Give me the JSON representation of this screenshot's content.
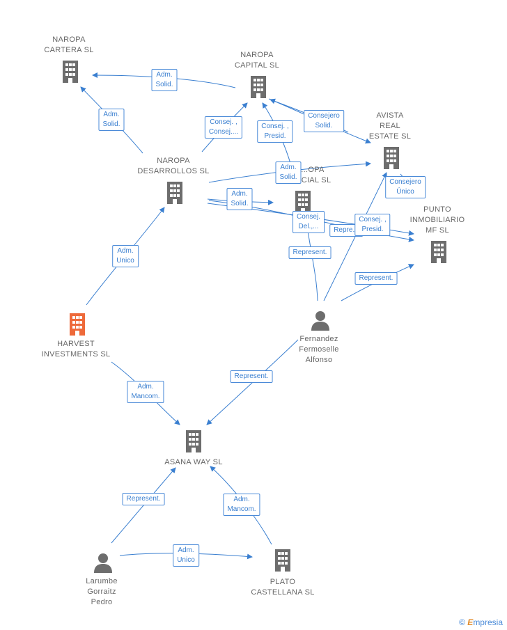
{
  "colors": {
    "edge": "#3a7fd0",
    "company": "#6d6d6d",
    "highlight": "#ee6a3a",
    "person": "#6d6d6d"
  },
  "nodes": {
    "naropa_cartera": {
      "label": "NAROPA\nCARTERA SL",
      "icon": "building-icon"
    },
    "naropa_capital": {
      "label": "NAROPA\nCAPITAL SL",
      "icon": "building-icon"
    },
    "avista": {
      "label": "AVISTA\nREAL\nESTATE SL",
      "icon": "building-icon"
    },
    "naropa_desarrollos": {
      "label": "NAROPA\nDESARROLLOS SL",
      "icon": "building-icon"
    },
    "naropa_comercial": {
      "label": "...OPA\n...CIAL SL",
      "icon": "building-icon"
    },
    "punto": {
      "label": "PUNTO\nINMOBILIARIO\nMF SL",
      "icon": "building-icon"
    },
    "harvest": {
      "label": "HARVEST\nINVESTMENTS SL",
      "icon": "building-icon"
    },
    "fernandez": {
      "label": "Fernandez\nFermoselle\nAlfonso",
      "icon": "person-icon"
    },
    "asana": {
      "label": "ASANA WAY SL",
      "icon": "building-icon"
    },
    "larumbe": {
      "label": "Larumbe\nGorraitz\nPedro",
      "icon": "person-icon"
    },
    "plato": {
      "label": "PLATO\nCASTELLANA SL",
      "icon": "building-icon"
    }
  },
  "edges": [
    {
      "label": "Adm.\nSolid."
    },
    {
      "label": "Adm.\nSolid."
    },
    {
      "label": "Consej. ,\nConsej...."
    },
    {
      "label": "Consej. ,\nPresid."
    },
    {
      "label": "Consejero\nSolid."
    },
    {
      "label": "Adm.\nSolid."
    },
    {
      "label": "Consejero\nÚnico"
    },
    {
      "label": "Adm.\nSolid."
    },
    {
      "label": "Consej.\nDel.,..."
    },
    {
      "label": "Repre..."
    },
    {
      "label": "Consej. ,\nPresid."
    },
    {
      "label": "Represent."
    },
    {
      "label": "Represent."
    },
    {
      "label": "Adm.\nUnico"
    },
    {
      "label": "Adm.\nMancom."
    },
    {
      "label": "Represent."
    },
    {
      "label": "Represent."
    },
    {
      "label": "Adm.\nMancom."
    },
    {
      "label": "Adm.\nUnico"
    }
  ],
  "brand": {
    "copyright": "©",
    "initial": "E",
    "name": "mpresia"
  }
}
